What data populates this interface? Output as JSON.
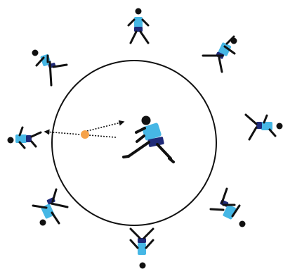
{
  "scene": {
    "kind": "circle-game-illustration",
    "outer_players_count": 8,
    "center_player_count": 1,
    "ball_count": 1
  },
  "colors": {
    "shirt": "#46b7e5",
    "shorts": "#1f2a78",
    "skin": "#111111",
    "ball": "#f5a24a",
    "line": "#111111",
    "circle": "#111111"
  }
}
